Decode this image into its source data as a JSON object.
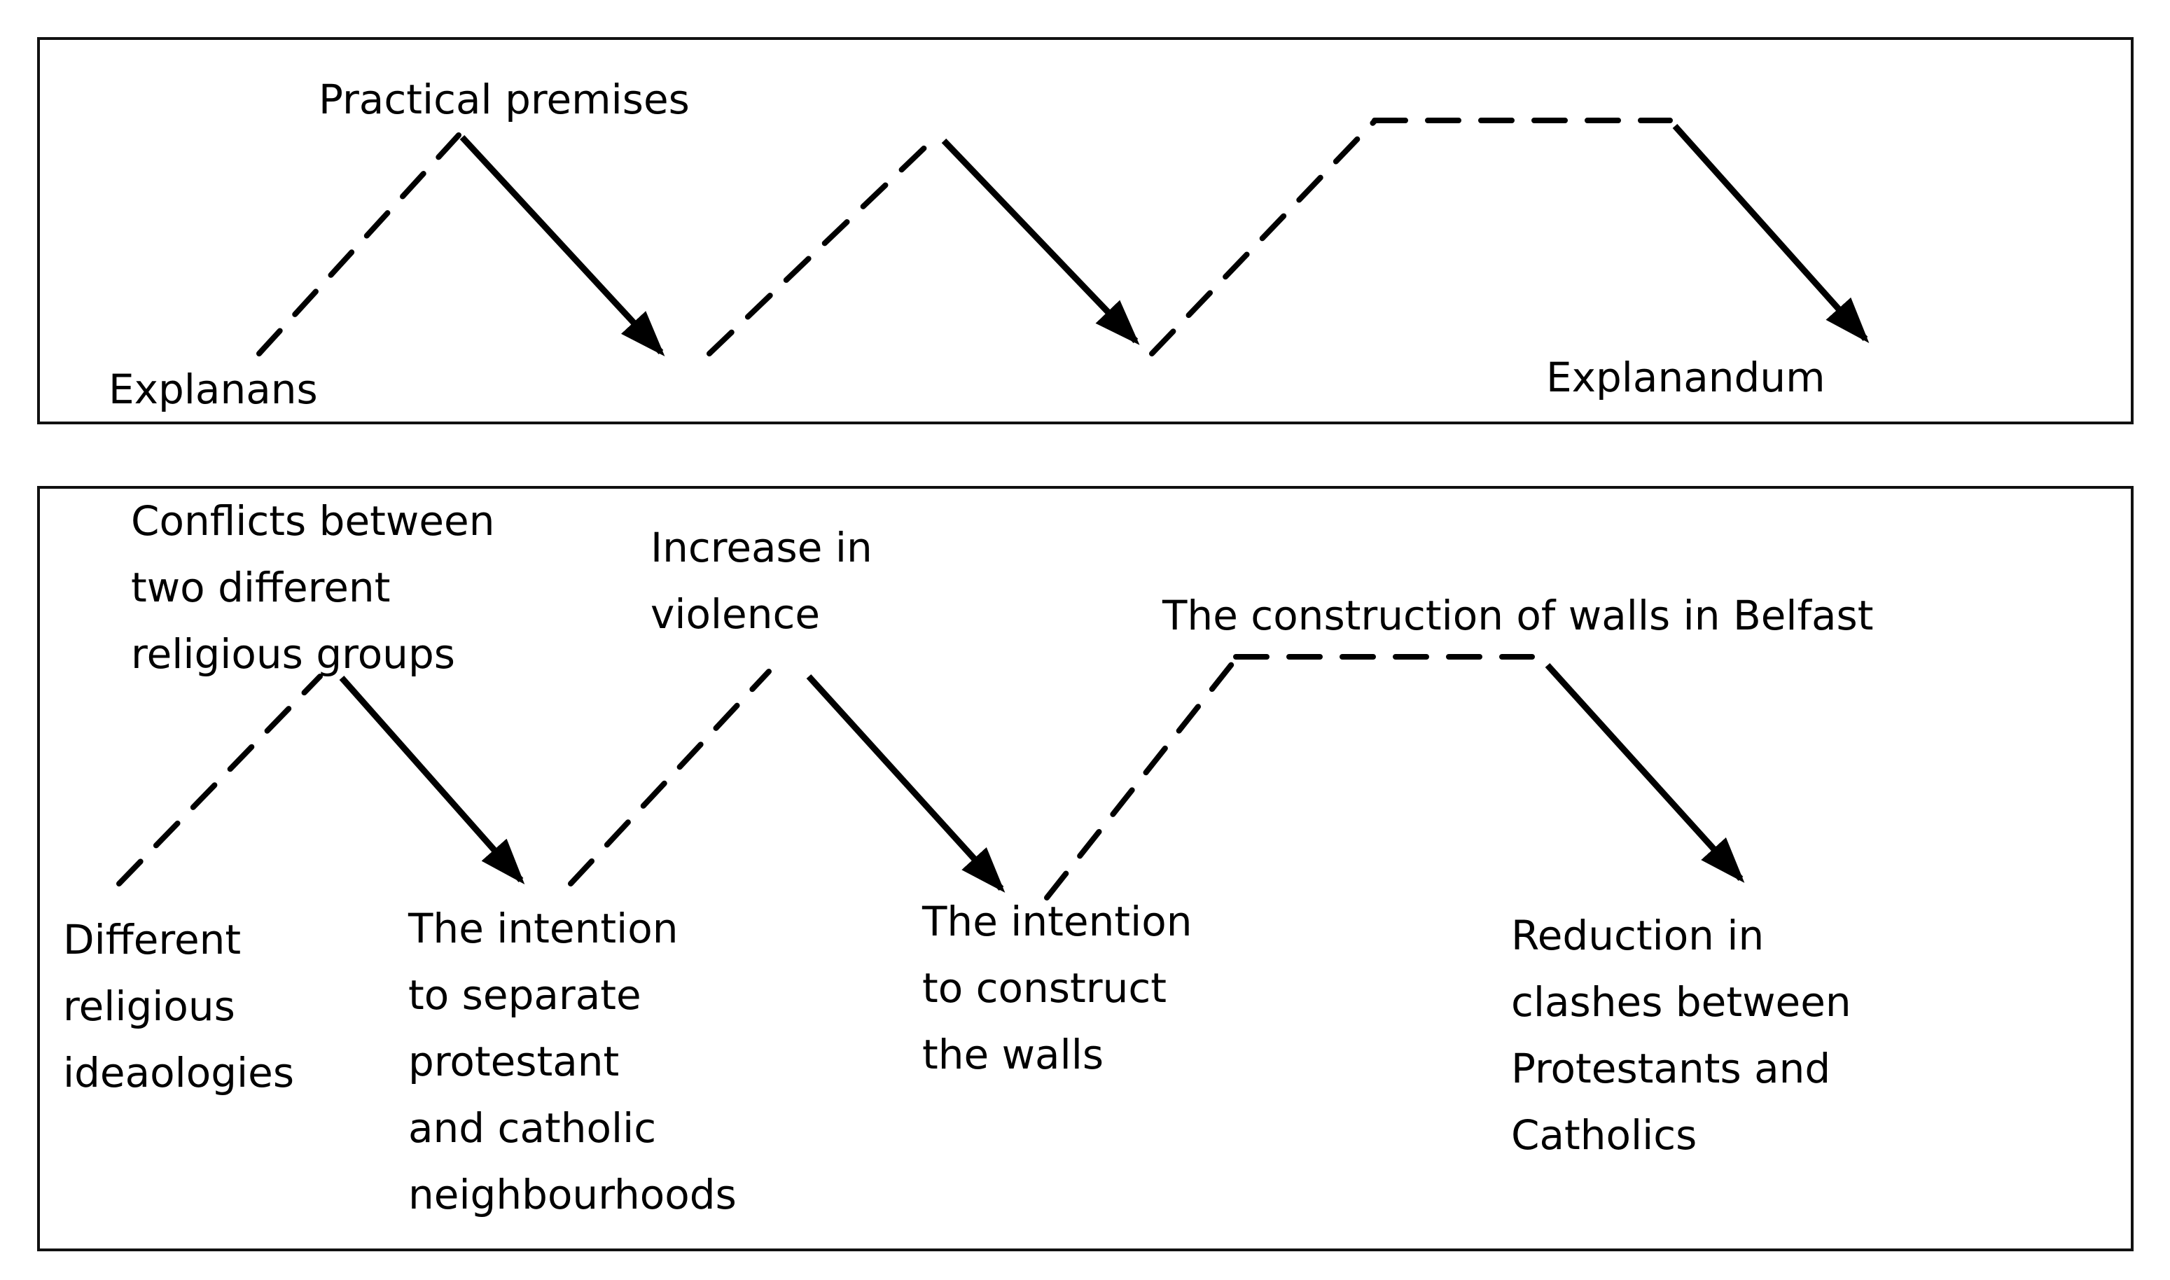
{
  "colors": {
    "ink": "#000000",
    "paper": "#ffffff"
  },
  "upper_panel": {
    "premises_label": "Practical premises",
    "explanans_label": "Explanans",
    "explanandum_label": "Explanandum"
  },
  "lower_panel": {
    "conflicts_label": "Conflicts between\ntwo different\nreligious groups",
    "increase_label": "Increase in\nviolence",
    "construction_label": "The construction of walls in Belfast",
    "ideologies_label": "Different\nreligious\nideaologies",
    "separate_label": "The intention\nto separate\nprotestant\nand catholic\nneighbourhoods",
    "construct_label": "The intention\nto construct\nthe walls",
    "reduction_label": "Reduction in\nclashes between\nProtestants and\nCatholics"
  }
}
